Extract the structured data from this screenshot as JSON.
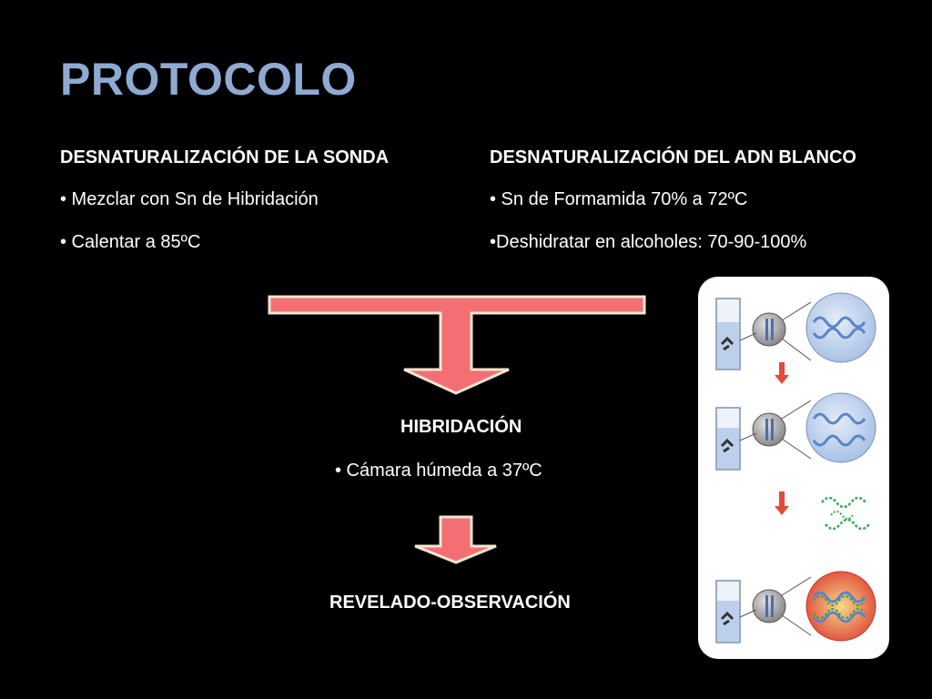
{
  "slide": {
    "title": "PROTOCOLO",
    "left_column": {
      "heading": "DESNATURALIZACIÓN DE LA SONDA",
      "bullets": [
        "• Mezclar con Sn de Hibridación",
        "• Calentar a 85ºC"
      ]
    },
    "right_column": {
      "heading": "DESNATURALIZACIÓN DEL ADN BLANCO",
      "bullets": [
        "• Sn de Formamida 70% a 72ºC",
        "•Deshidratar en alcoholes: 70-90-100%"
      ]
    },
    "center": {
      "hybridization_heading": "HIBRIDACIÓN",
      "hybridization_bullet": "• Cámara húmeda a 37ºC",
      "result_heading": "REVELADO-OBSERVACIÓN"
    }
  },
  "colors": {
    "title": "#8eaad2",
    "arrow_fill": "#f46f73",
    "arrow_stroke": "#f0e6d2",
    "dna_blue": "#5a86c6",
    "dna_green": "#35a853",
    "signal_red": "#e14b3a"
  }
}
